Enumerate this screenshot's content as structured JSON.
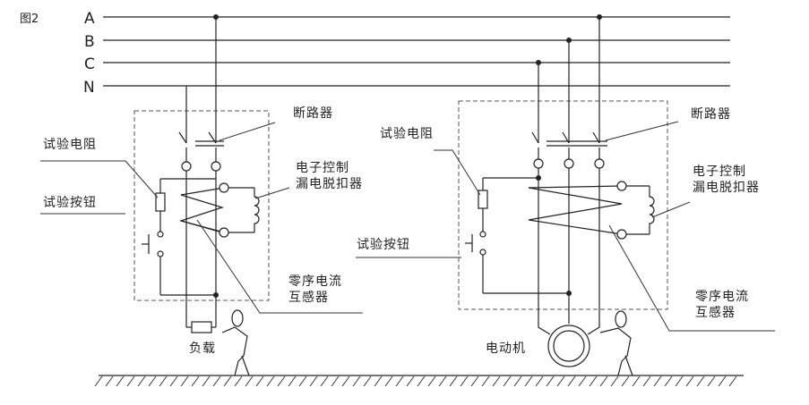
{
  "figure_label": "图2",
  "buses": [
    "A",
    "B",
    "C",
    "N"
  ],
  "left_circuit": {
    "breaker": "断路器",
    "trip_line1": "电子控制",
    "trip_line2": "漏电脱扣器",
    "test_resistor": "试验电阻",
    "test_button": "试验按钮",
    "ct_line1": "零序电流",
    "ct_line2": "互感器",
    "load": "负载"
  },
  "right_circuit": {
    "breaker": "断路器",
    "trip_line1": "电子控制",
    "trip_line2": "漏电脱扣器",
    "test_resistor": "试验电阻",
    "test_button": "试验按钮",
    "ct_line1": "零序电流",
    "ct_line2": "互感器",
    "motor": "电动机"
  }
}
